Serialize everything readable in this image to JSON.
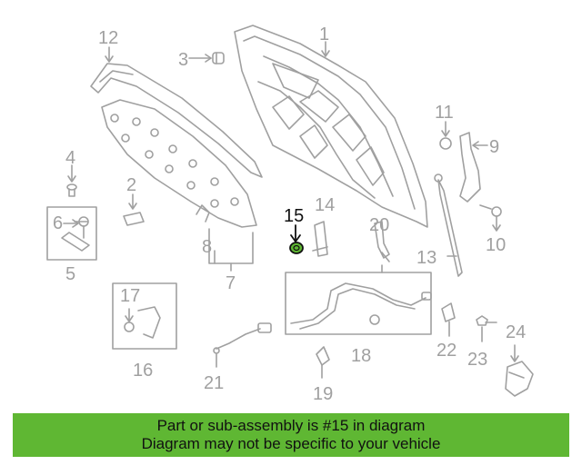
{
  "diagram": {
    "callouts": {
      "c1": "1",
      "c2": "2",
      "c3": "3",
      "c4": "4",
      "c5": "5",
      "c6": "6",
      "c7": "7",
      "c8": "8",
      "c9": "9",
      "c10": "10",
      "c11": "11",
      "c12": "12",
      "c13": "13",
      "c14": "14",
      "c15": "15",
      "c16": "16",
      "c17": "17",
      "c18": "18",
      "c19": "19",
      "c20": "20",
      "c21": "21",
      "c22": "22",
      "c23": "23",
      "c24": "24"
    },
    "highlight_part": "15",
    "colors": {
      "line": "#a0a0a0",
      "highlight_fill": "#5fb733",
      "highlight_text": "#111111"
    }
  },
  "banner": {
    "line1": "Part or sub-assembly is #15 in diagram",
    "line2": "Diagram may not be specific to your vehicle",
    "color": "#5fb733"
  }
}
